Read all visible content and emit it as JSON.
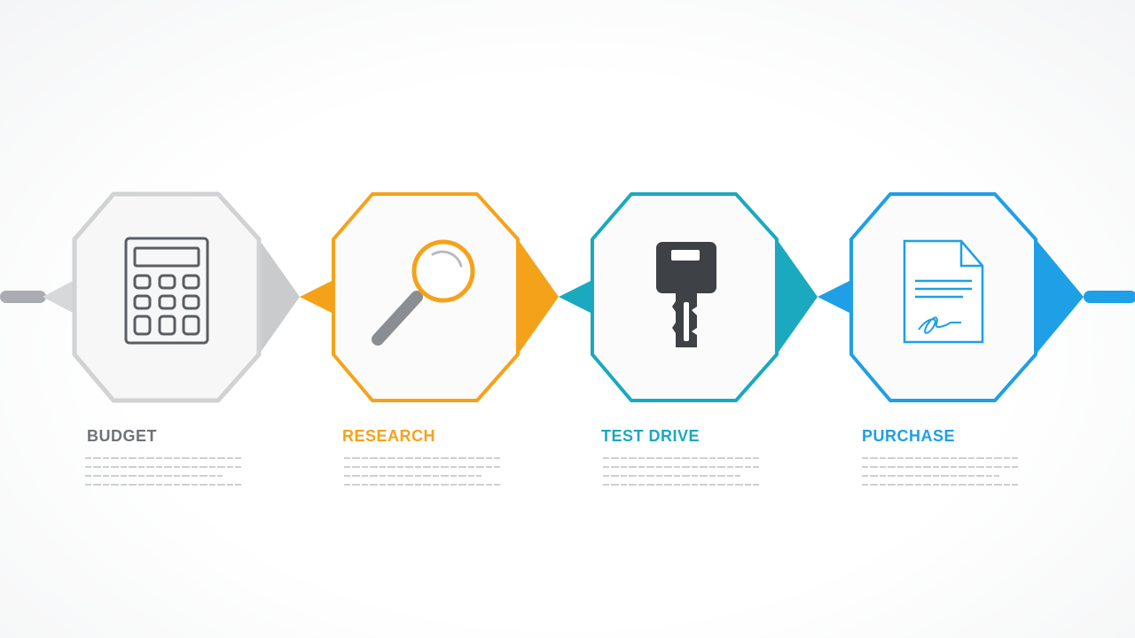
{
  "steps": [
    {
      "id": "budget",
      "label": "BUDGET",
      "color": "#c9cbcd",
      "text_color": "#6f7276",
      "icon": "calculator-icon"
    },
    {
      "id": "research",
      "label": "RESEARCH",
      "color": "#f5a21b",
      "text_color": "#f5a21b",
      "icon": "magnifying-glass-icon"
    },
    {
      "id": "test-drive",
      "label": "TEST DRIVE",
      "color": "#1aa9bf",
      "text_color": "#1aa9bf",
      "icon": "car-key-icon"
    },
    {
      "id": "purchase",
      "label": "PURCHASE",
      "color": "#1e9fe6",
      "text_color": "#1e9fe6",
      "icon": "signed-document-icon"
    }
  ],
  "line_colors": {
    "left": "#a9adb1",
    "right": "#1e9fe6"
  }
}
